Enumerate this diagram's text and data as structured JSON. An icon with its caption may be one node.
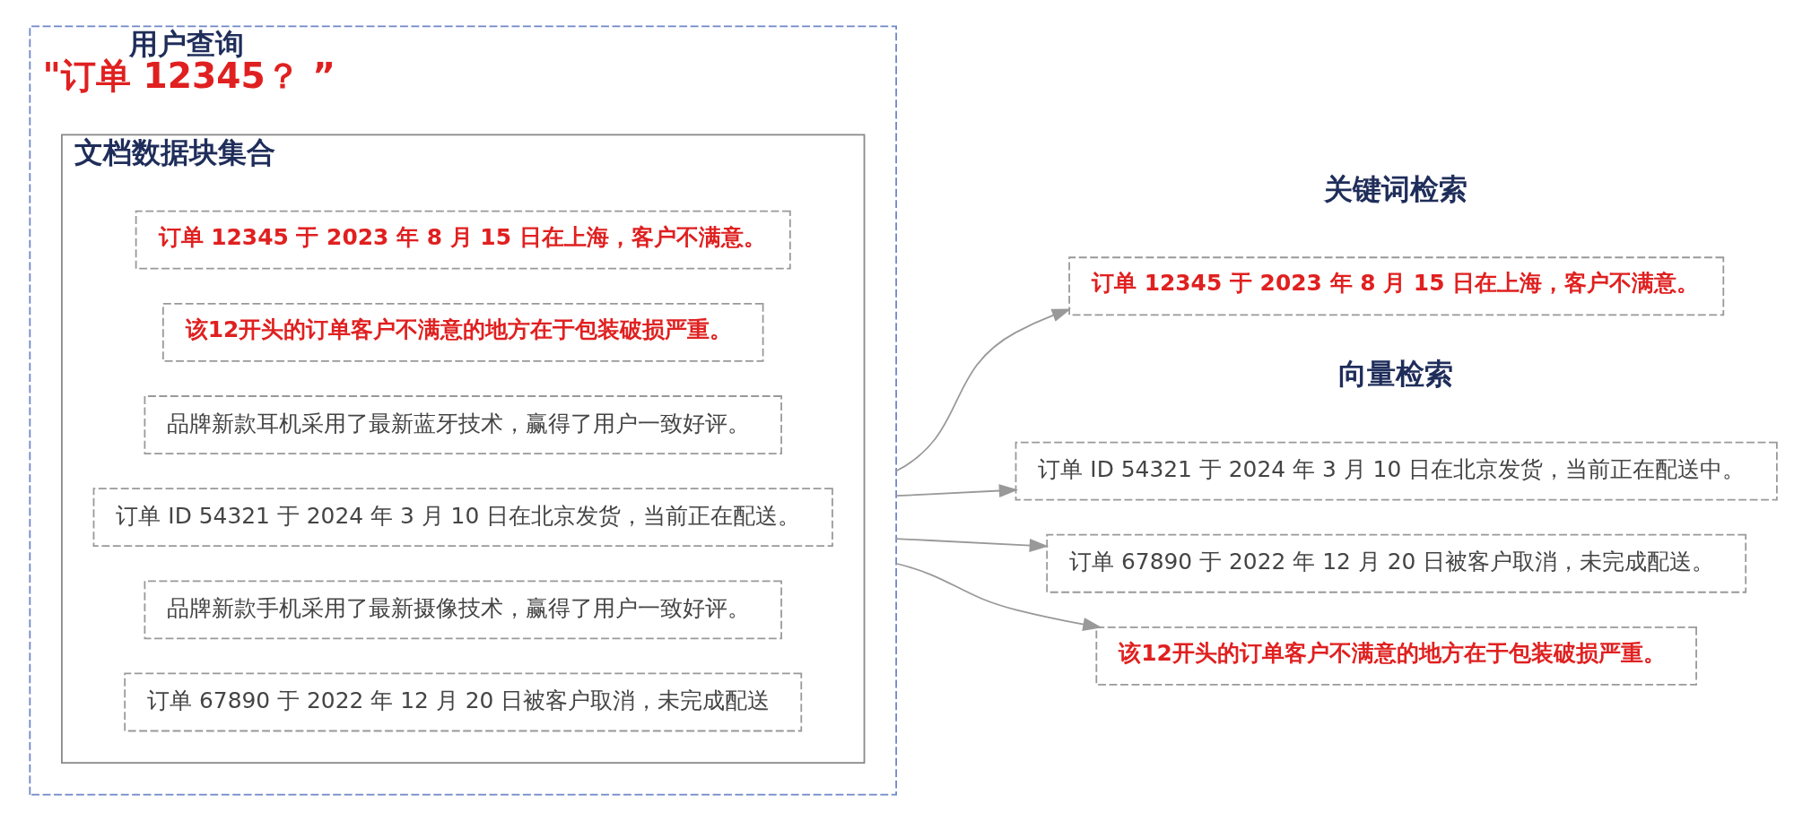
{
  "diagram": {
    "nodes": [
      {
        "text": [
          "用户查询",
          "\"订单 12345？ ”"
        ]
      },
      {
        "text": [
          "文档数据块集合"
        ],
        "in": 0
      },
      {
        "text": [
          "订单 12345 于 2023 年 8 月 15 日在上海，客户不满意。"
        ],
        "in": 1
      },
      {
        "text": [
          "该12开头的订单客户不满意的地方在于包装破损严重。"
        ],
        "in": 1
      },
      {
        "text": [
          "品牌新款耳机采用了最新蓝牙技术，赢得了用户一致好评。"
        ],
        "in": 1
      },
      {
        "text": [
          "订单 ID 54321 于 2024 年 3 月 10 日在北京发货，当前正在配送。"
        ],
        "in": 1
      },
      {
        "text": [
          "品牌新款手机采用了最新摄像技术，赢得了用户一致好评。"
        ],
        "in": 1
      },
      {
        "text": [
          "订单 67890 于 2022 年 12 月 20 日被客户取消，未完成配送"
        ],
        "in": 1
      },
      {
        "text": [
          "订单 12345 于 2023 年 8 月 15 日在上海，客户不满意。"
        ]
      },
      {
        "text": [
          "订单 ID 54321 于 2024 年 3 月 10 日在北京发货，当前正在配送中。"
        ]
      },
      {
        "text": [
          "订单 67890 于 2022 年 12 月 20 日被客户取消，未完成配送。"
        ]
      },
      {
        "text": [
          "该12开头的订单客户不满意的地方在于包装破损严重。"
        ]
      }
    ],
    "edges": [
      {
        "from": 0,
        "to": 8,
        "arrow": "to"
      },
      {
        "from": 0,
        "to": 9,
        "arrow": "to"
      },
      {
        "from": 0,
        "to": 10,
        "arrow": "to"
      },
      {
        "from": 0,
        "to": 11,
        "arrow": "to"
      }
    ],
    "labels": [
      "关键词检索",
      "向量检索"
    ]
  }
}
